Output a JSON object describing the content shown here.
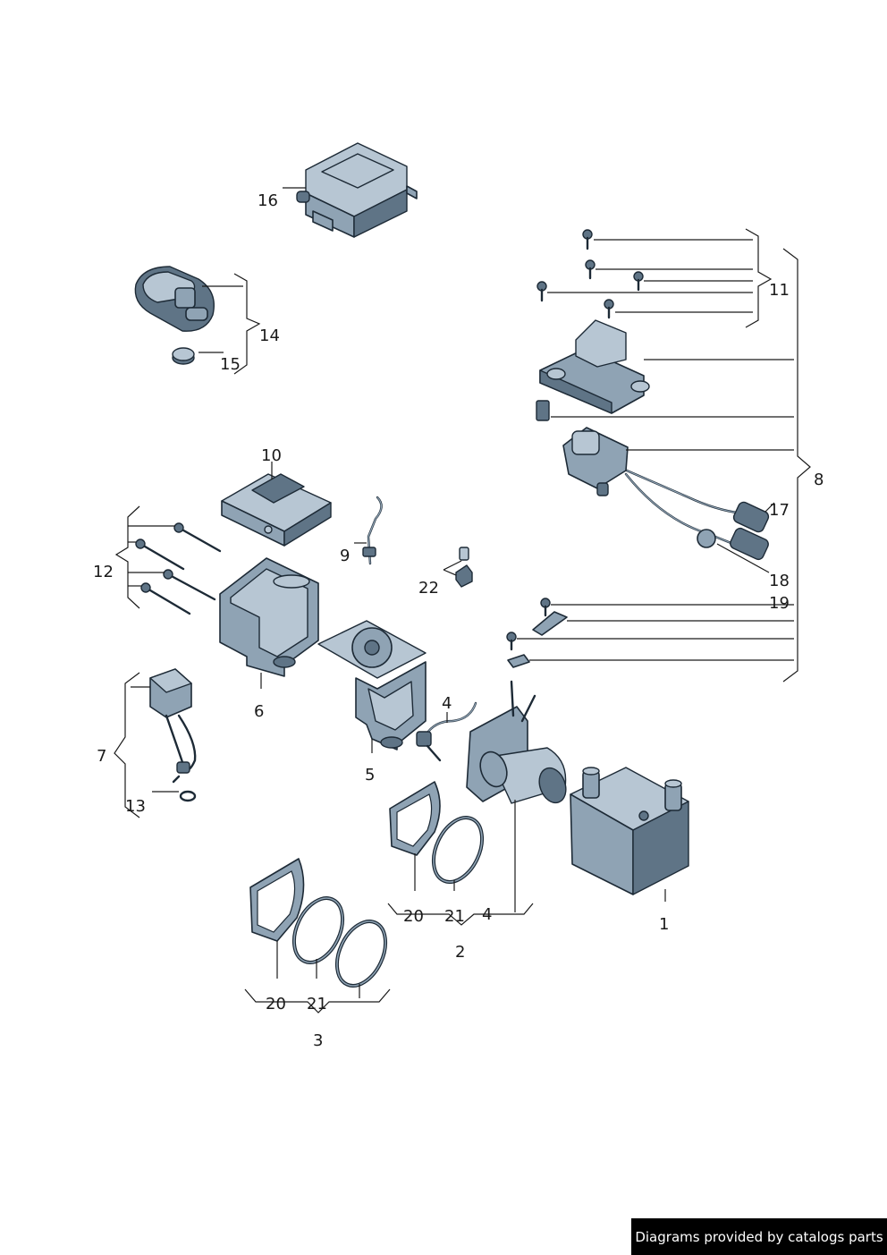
{
  "labels": {
    "n1": "1",
    "n2": "2",
    "n3": "3",
    "n4a": "4",
    "n4b": "4",
    "n5": "5",
    "n6": "6",
    "n7": "7",
    "n8": "8",
    "n9": "9",
    "n10": "10",
    "n11": "11",
    "n12": "12",
    "n13": "13",
    "n14": "14",
    "n15": "15",
    "n16": "16",
    "n17": "17",
    "n18": "18",
    "n19": "19",
    "n20a": "20",
    "n20b": "20",
    "n21a": "21",
    "n21b": "21",
    "n22": "22"
  },
  "footer": {
    "text": "Diagrams provided by catalogs parts"
  }
}
